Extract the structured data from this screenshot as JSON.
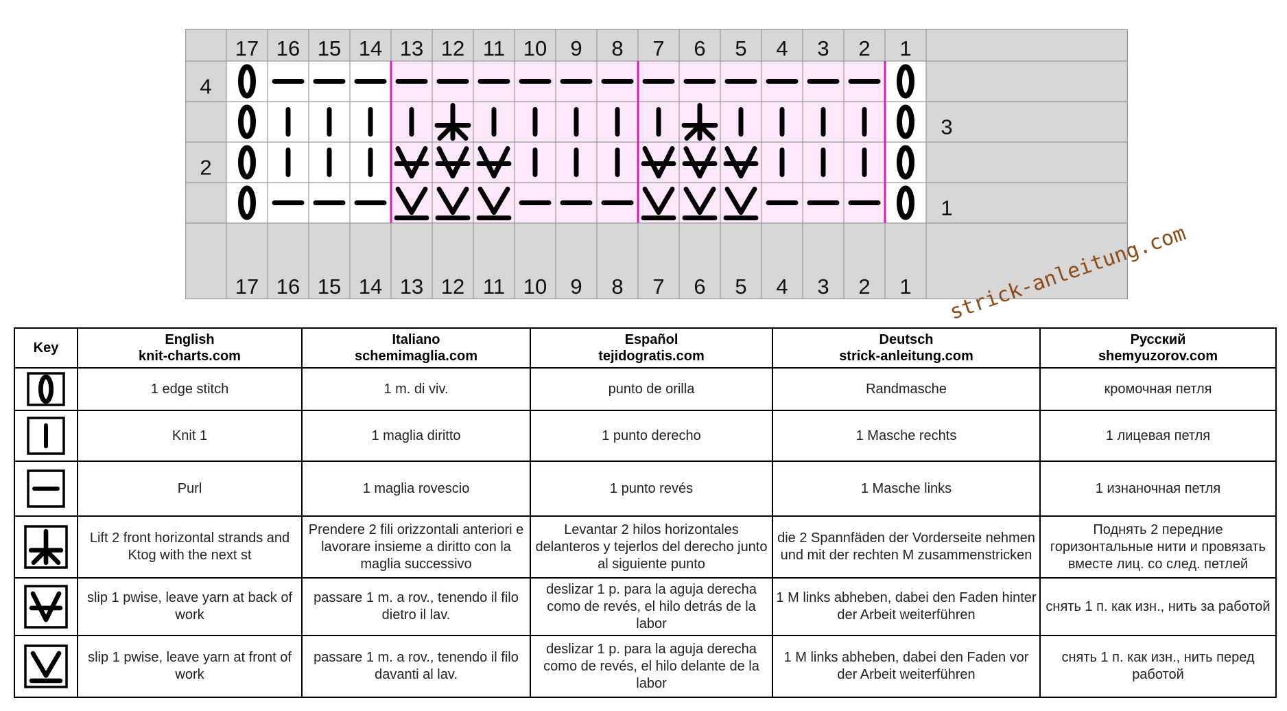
{
  "chart": {
    "column_numbers": [
      "17",
      "16",
      "15",
      "14",
      "13",
      "12",
      "11",
      "10",
      "9",
      "8",
      "7",
      "6",
      "5",
      "4",
      "3",
      "2",
      "1"
    ],
    "row_labels_left": [
      "4",
      "",
      "2",
      ""
    ],
    "row_labels_right": [
      "",
      "3",
      "",
      "1"
    ],
    "rows": [
      [
        "edge",
        "purl",
        "purl",
        "purl",
        "purl",
        "purl",
        "purl",
        "purl",
        "purl",
        "purl",
        "purl",
        "purl",
        "purl",
        "purl",
        "purl",
        "purl",
        "edge"
      ],
      [
        "edge",
        "knit",
        "knit",
        "knit",
        "knit",
        "lift2",
        "knit",
        "knit",
        "knit",
        "knit",
        "knit",
        "lift2",
        "knit",
        "knit",
        "knit",
        "knit",
        "edge"
      ],
      [
        "edge",
        "knit",
        "knit",
        "knit",
        "slipback",
        "slipback",
        "slipback",
        "knit",
        "knit",
        "knit",
        "slipback",
        "slipback",
        "slipback",
        "knit",
        "knit",
        "knit",
        "edge"
      ],
      [
        "edge",
        "purl",
        "purl",
        "purl",
        "slipfront",
        "slipfront",
        "slipfront",
        "purl",
        "purl",
        "purl",
        "slipfront",
        "slipfront",
        "slipfront",
        "purl",
        "purl",
        "purl",
        "edge"
      ]
    ],
    "colors": {
      "header": "#d7d7d7",
      "repeat_fill": "#fde8fb",
      "repeat_border": "#d020c0",
      "symbol": "#000000"
    }
  },
  "legend": {
    "headers": [
      {
        "lang": "Key",
        "site": ""
      },
      {
        "lang": "English",
        "site": "knit-charts.com"
      },
      {
        "lang": "Italiano",
        "site": "schemimaglia.com"
      },
      {
        "lang": "Español",
        "site": "tejidogratis.com"
      },
      {
        "lang": "Deutsch",
        "site": "strick-anleitung.com"
      },
      {
        "lang": "Русский",
        "site": "shemyuzorov.com"
      }
    ],
    "rows": [
      {
        "icon": "edge-stitch-icon",
        "en": "1 edge stitch",
        "it": "1 m. di viv.",
        "es": "punto de orilla",
        "de": "Randmasche",
        "ru": "кромочная петля"
      },
      {
        "icon": "knit-icon",
        "en": "Knit 1",
        "it": "1 maglia diritto",
        "es": "1 punto derecho",
        "de": "1 Masche rechts",
        "ru": "1 лицевая петля"
      },
      {
        "icon": "purl-icon",
        "en": "Purl",
        "it": "1 maglia rovescio",
        "es": "1 punto revés",
        "de": "1 Masche links",
        "ru": "1 изнаночная петля"
      },
      {
        "icon": "lift-strands-icon",
        "en": "Lift 2 front horizontal strands and Ktog with the next st",
        "it": "Prendere 2 fili orizzontali anteriori e lavorare insieme a diritto con la maglia successivo",
        "es": "Levantar 2 hilos horizontales delanteros y tejerlos del derecho junto al siguiente punto",
        "de": "die 2 Spannfäden der Vorderseite nehmen und mit der rechten M zusammenstricken",
        "ru": "Поднять 2 передние горизонтальные нити и провязать вместе лиц. со след. петлей"
      },
      {
        "icon": "slip-yarn-back-icon",
        "en": "slip 1 pwise, leave yarn at back of work",
        "it": "passare 1 m. a rov., tenendo il filo dietro il lav.",
        "es": "deslizar 1 p. para la aguja derecha como de revés, el hilo detrás de la labor",
        "de": "1 M links abheben, dabei den Faden hinter der Arbeit weiterführen",
        "ru": "снять 1 п. как изн., нить за работой"
      },
      {
        "icon": "slip-yarn-front-icon",
        "en": "slip 1 pwise, leave yarn at front of work",
        "it": "passare 1 m. a rov., tenendo il filo davanti al lav.",
        "es": "deslizar 1 p. para la aguja derecha como de revés, el hilo delante de la labor",
        "de": "1 M links abheben, dabei den Faden vor der Arbeit weiterführen",
        "ru": "снять 1 п. как изн., нить перед работой"
      }
    ]
  },
  "watermark": "strick-anleitung.com"
}
